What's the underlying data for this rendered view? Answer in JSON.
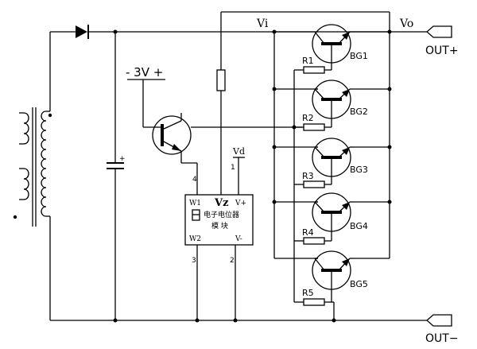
{
  "labels": {
    "vi": "Vi",
    "vo": "Vo",
    "minus3v": "- 3V +",
    "out_plus": "OUT+",
    "out_minus": "OUT−",
    "vd": "Vd"
  },
  "module": {
    "vz": "Vz",
    "w1": "W1",
    "v_plus": "V+",
    "w2": "W2",
    "v_minus": "V-",
    "line1": "电子电位器",
    "line2": "模  块",
    "pin4": "4",
    "pin1": "1",
    "pin3": "3",
    "pin2": "2"
  },
  "transistors": [
    "BG1",
    "BG2",
    "BG3",
    "BG4",
    "BG5"
  ],
  "resistors": [
    "R1",
    "R2",
    "R3",
    "R4",
    "R5"
  ]
}
